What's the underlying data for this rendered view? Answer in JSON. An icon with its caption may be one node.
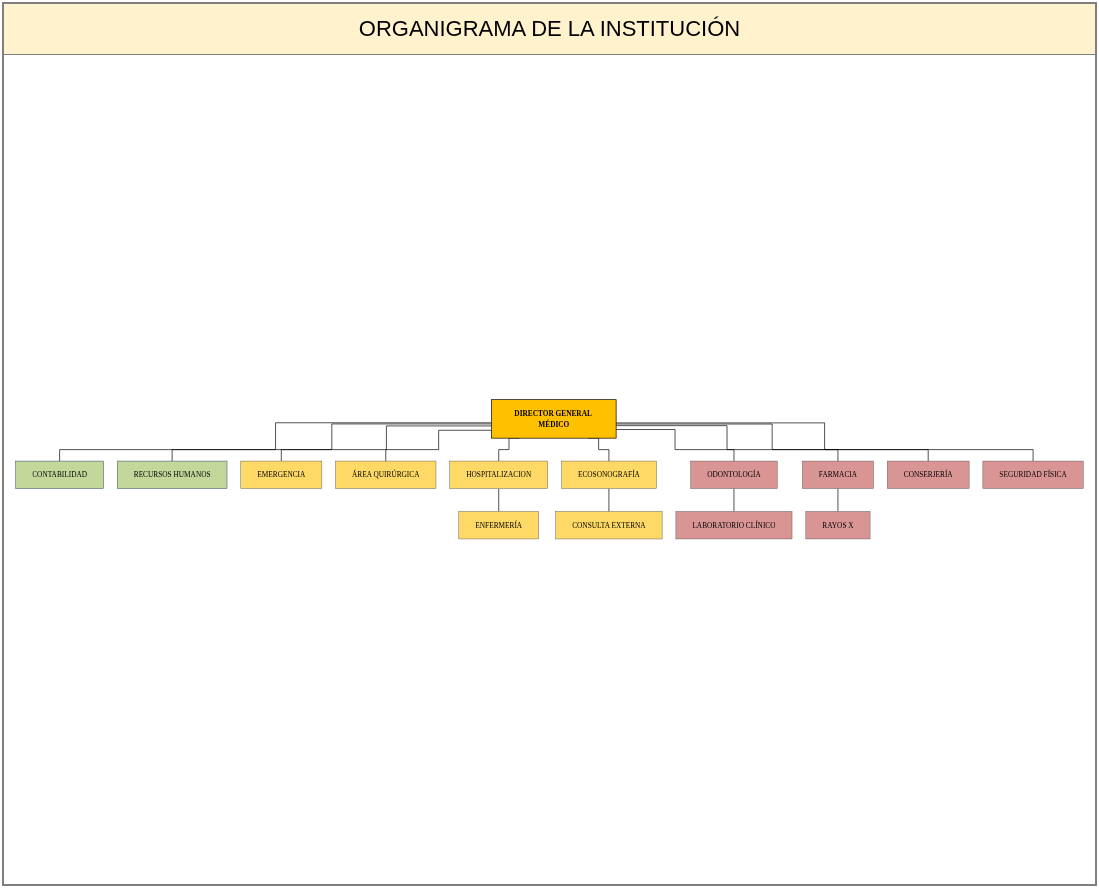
{
  "diagram": {
    "title": "ORGANIGRAMA DE LA INSTITUCIÓN",
    "nodes": [
      {
        "text": [
          "DIRECTOR GENERAL MÉDICO"
        ]
      },
      {
        "text": [
          "CONTABILIDAD"
        ]
      },
      {
        "text": [
          "RECURSOS HUMANOS"
        ]
      },
      {
        "text": [
          "EMERGENCIA"
        ]
      },
      {
        "text": [
          "ÁREA QUIRÚRGICA"
        ]
      },
      {
        "text": [
          "ENFERMERÍA"
        ]
      },
      {
        "text": [
          "HOSPITALIZACION"
        ]
      },
      {
        "text": [
          "ECOSONOGRAFÍA"
        ]
      },
      {
        "text": [
          "CONSULTA EXTERNA"
        ]
      },
      {
        "text": [
          "LABORATORIO CLÍNICO"
        ]
      },
      {
        "text": [
          "ODONTOLOGÍA"
        ]
      },
      {
        "text": [
          "FARMACIA"
        ]
      },
      {
        "text": [
          "RAYOS X"
        ]
      },
      {
        "text": [
          "CONSERJERÍA"
        ]
      },
      {
        "text": [
          "SEGURIDAD FÍSICA"
        ]
      }
    ],
    "edges": [
      {
        "from": 0,
        "to": 1,
        "arrow": "none"
      },
      {
        "from": 0,
        "to": 2,
        "arrow": "none"
      },
      {
        "from": 0,
        "to": 3,
        "arrow": "none"
      },
      {
        "from": 0,
        "to": 4,
        "arrow": "none"
      },
      {
        "from": 0,
        "to": 6,
        "arrow": "none"
      },
      {
        "from": 0,
        "to": 7,
        "arrow": "none"
      },
      {
        "from": 0,
        "to": 10,
        "arrow": "none"
      },
      {
        "from": 0,
        "to": 11,
        "arrow": "none"
      },
      {
        "from": 0,
        "to": 13,
        "arrow": "none"
      },
      {
        "from": 0,
        "to": 14,
        "arrow": "none"
      },
      {
        "from": 6,
        "to": 5,
        "arrow": "none"
      },
      {
        "from": 7,
        "to": 8,
        "arrow": "none"
      },
      {
        "from": 10,
        "to": 9,
        "arrow": "none"
      },
      {
        "from": 11,
        "to": 12,
        "arrow": "none"
      }
    ]
  }
}
